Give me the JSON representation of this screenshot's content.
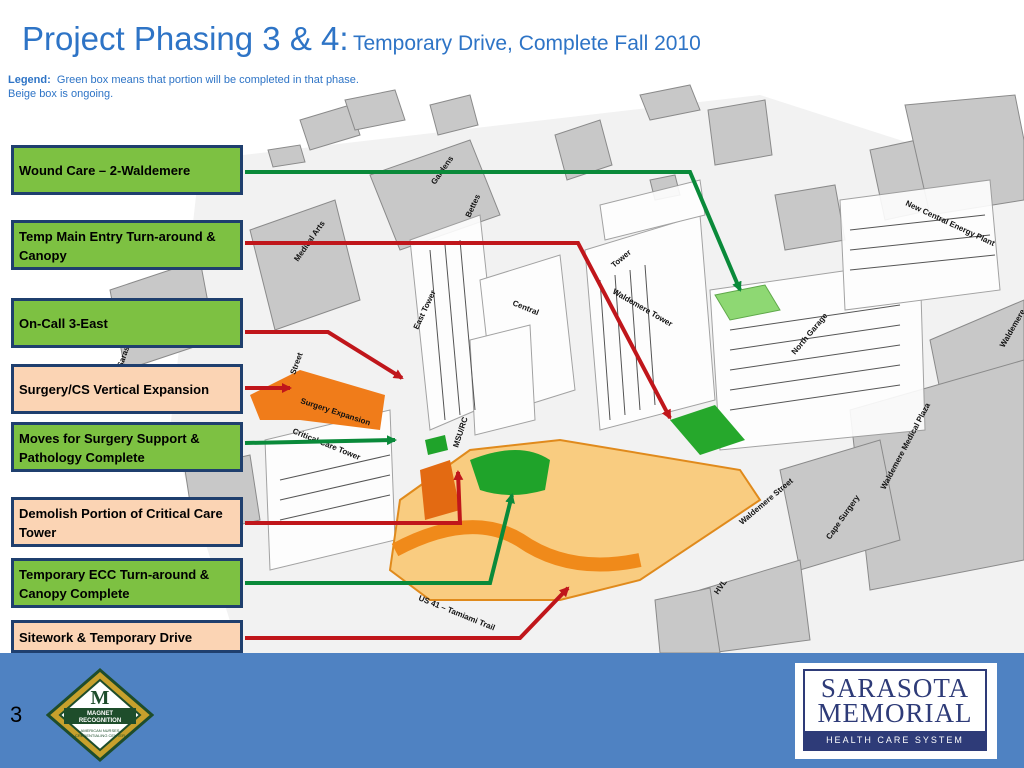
{
  "title": {
    "main": "Project Phasing 3 & 4:",
    "sub": "Temporary Drive, Complete Fall 2010"
  },
  "legend": {
    "label": "Legend:",
    "line1": "Green box means that portion will be completed in that phase.",
    "line2": "Beige box is ongoing."
  },
  "labels": [
    {
      "text": "Wound Care – 2-Waldemere",
      "status": "green"
    },
    {
      "text": "Temp Main Entry Turn-around & Canopy",
      "status": "green"
    },
    {
      "text": "On-Call 3-East",
      "status": "green"
    },
    {
      "text": "Surgery/CS Vertical Expansion",
      "status": "beige"
    },
    {
      "text": "Moves for Surgery Support & Pathology Complete",
      "status": "green"
    },
    {
      "text": "Demolish Portion of Critical Care Tower",
      "status": "beige"
    },
    {
      "text": "Temporary ECC Turn-around & Canopy Complete",
      "status": "green"
    },
    {
      "text": "Sitework & Temporary Drive",
      "status": "beige"
    }
  ],
  "map_labels": {
    "waldemere_tower": "Waldemere Tower",
    "east_tower": "East Tower",
    "central": "Central",
    "critical_care_tower": "Critical Care Tower",
    "surgery_expansion": "Surgery Expansion",
    "north_garage": "North Garage",
    "energy_plant": "New Central Energy Plant",
    "medical_plaza": "Waldemere Medical Plaza",
    "waldemere_street": "Waldemere Street",
    "us41": "US 41 – Tamiami Trail",
    "cape_surgery": "Cape Surgery",
    "hvl": "HVL",
    "msu_rc": "MSU/RC",
    "tower": "Tower",
    "gardens": "Gardens",
    "street": "Street",
    "sarasota_gardens": "Sarasota Gardens",
    "waldemere_right": "Waldemere",
    "medical_arts": "Medical Arts",
    "bettes": "Bettes"
  },
  "colors": {
    "title": "#2e74c6",
    "complete_green": "#7dc142",
    "ongoing_beige": "#fbd4b4",
    "arrow_green": "#0a8a3a",
    "arrow_red": "#c0161b",
    "footer": "#4f82c2",
    "box_border": "#1f3f6e"
  },
  "footer": {
    "page_number": "3",
    "logo_line1": "SARASOTA",
    "logo_line2": "MEMORIAL",
    "logo_line3": "HEALTH CARE SYSTEM",
    "magnet_letter": "M",
    "magnet_line1": "MAGNET",
    "magnet_line2": "RECOGNITION",
    "magnet_line3": "AMERICAN NURSES",
    "magnet_line4": "CREDENTIALING CENTER"
  }
}
